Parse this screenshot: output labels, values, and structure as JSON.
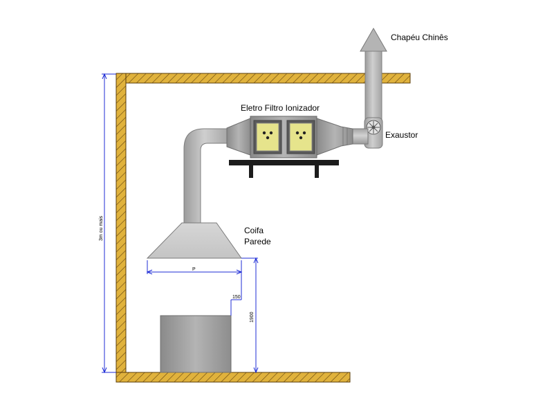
{
  "labels": {
    "chapeu": "Chapéu Chinês",
    "filtro": "Eletro Filtro Ionizador",
    "exaustor": "Exaustor",
    "coifa_line1": "Coifa",
    "coifa_line2": "Parede"
  },
  "dimensions": {
    "wall_height": "3m ou mais",
    "hood_width": "P",
    "overhang": "150",
    "hood_height": "1900"
  },
  "colors": {
    "wall_fill": "#e0b23c",
    "wall_hatch": "#6b4a12",
    "duct": "#b5b5b5",
    "filter_panel": "#e6e48c",
    "dimension": "#1d2bd6",
    "equipment": "#9a9a9a"
  }
}
